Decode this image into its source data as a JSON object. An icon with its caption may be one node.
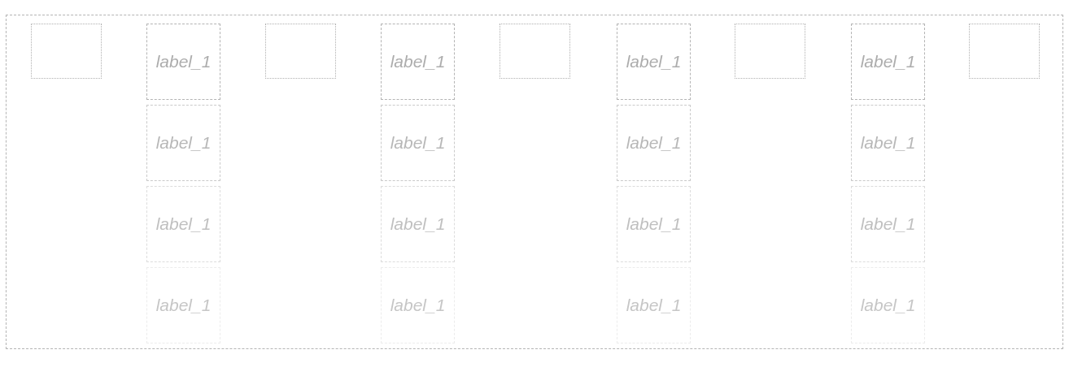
{
  "diagram": {
    "nodes": [
      {
        "text": [],
        "shape": "box"
      },
      {
        "text": [],
        "shape": "box",
        "in": 0
      },
      {
        "text": [
          "label_1"
        ],
        "in": 0
      },
      {
        "text": [],
        "shape": "box",
        "in": 0
      },
      {
        "text": [
          "label_1"
        ],
        "in": 0
      },
      {
        "text": [],
        "shape": "box",
        "in": 0
      },
      {
        "text": [
          "label_1"
        ],
        "in": 0
      },
      {
        "text": [],
        "shape": "box",
        "in": 0
      },
      {
        "text": [
          "label_1"
        ],
        "in": 0
      },
      {
        "text": [],
        "shape": "box",
        "in": 0
      },
      {
        "text": [
          "label_1"
        ],
        "in": 0
      },
      {
        "text": [
          "label_1"
        ],
        "in": 0
      },
      {
        "text": [
          "label_1"
        ],
        "in": 0
      },
      {
        "text": [
          "label_1"
        ],
        "in": 0
      },
      {
        "text": [
          "label_1"
        ],
        "in": 0
      },
      {
        "text": [
          "label_1"
        ],
        "in": 0
      },
      {
        "text": [
          "label_1"
        ],
        "in": 0
      },
      {
        "text": [
          "label_1"
        ],
        "in": 0
      },
      {
        "text": [
          "label_1"
        ],
        "in": 0
      },
      {
        "text": [
          "label_1"
        ],
        "in": 0
      },
      {
        "text": [
          "label_1"
        ],
        "in": 0
      },
      {
        "text": [
          "label_1"
        ],
        "in": 0
      }
    ]
  }
}
